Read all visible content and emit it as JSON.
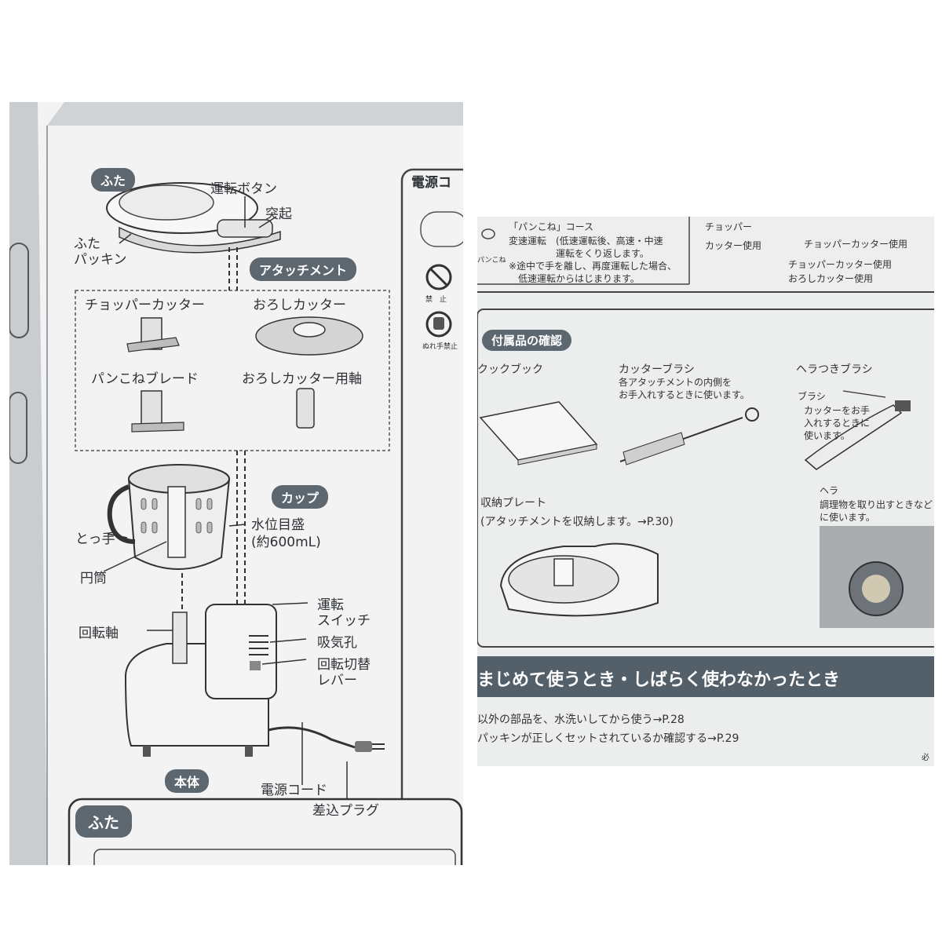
{
  "left_page": {
    "header_lid": "ふた",
    "top_right_header": "電源コ",
    "labels": {
      "run_button": "運転ボタン",
      "protrusion": "突起",
      "lid_packing_line1": "ふた",
      "lid_packing_line2": "パッキン",
      "attachment": "アタッチメント",
      "chopper_cutter": "チョッパーカッター",
      "grater_cutter": "おろしカッター",
      "bread_blade": "パンこねブレード",
      "grater_shaft": "おろしカッター用軸",
      "cup": "カップ",
      "handle": "とっ手",
      "water_level_line1": "水位目盛",
      "water_level_line2": "(約600mL)",
      "cylinder": "円筒",
      "run_switch_line1": "運転",
      "run_switch_line2": "スイッチ",
      "air_intake": "吸気孔",
      "rotation_lever_line1": "回転切替",
      "rotation_lever_line2": "レバー",
      "rotation_shaft": "回転軸",
      "main_body": "本体",
      "power_cord": "電源コード",
      "plug": "差込プラグ"
    },
    "bottom_header": "ふた",
    "icons": {
      "prohibit_label": "禁　止",
      "wet_hand_label": "ぬれ手禁止"
    }
  },
  "right_page": {
    "top_table": {
      "course": "「パンこね」コース",
      "mode_label": "変速運転",
      "mode_text_line1": "(低速運転後、高速・中速",
      "mode_text_line2": "運転をくり返します。",
      "note_line1": "※途中で手を離し、再度運転した場合、",
      "note_line2": "低速運転からはじまります。",
      "icon_caption": "パンこね",
      "chopper_partial": "チョッパー",
      "cutter_use": "カッター使用",
      "col3_line1": "チョッパーカッター使用",
      "col3_line2": "チョッパーカッター使用",
      "col3_line3": "おろしカッター使用"
    },
    "accessories_header": "付属品の確認",
    "cookbook": "クックブック",
    "cutter_brush": "カッターブラシ",
    "cutter_brush_desc_line1": "各アタッチメントの内側を",
    "cutter_brush_desc_line2": "お手入れするときに使います。",
    "spatula_brush": "ヘラつきブラシ",
    "brush": "ブラシ",
    "brush_desc_line1": "カッターをお手",
    "brush_desc_line2": "入れするときに",
    "brush_desc_line3": "使います。",
    "spatula": "ヘラ",
    "spatula_desc_line1": "調理物を取り出すときなど",
    "spatula_desc_line2": "に使います。",
    "storage_plate": "収納プレート",
    "storage_plate_desc": "(アタッチメントを収納します。→P.30)",
    "first_use_header": "まじめて使うとき・しばらく使わなかったとき",
    "step1": "以外の部品を、水洗いしてから使う→P.28",
    "step2": "パッキンが正しくセットされているか確認する→P.29",
    "margin_mark": "必"
  }
}
